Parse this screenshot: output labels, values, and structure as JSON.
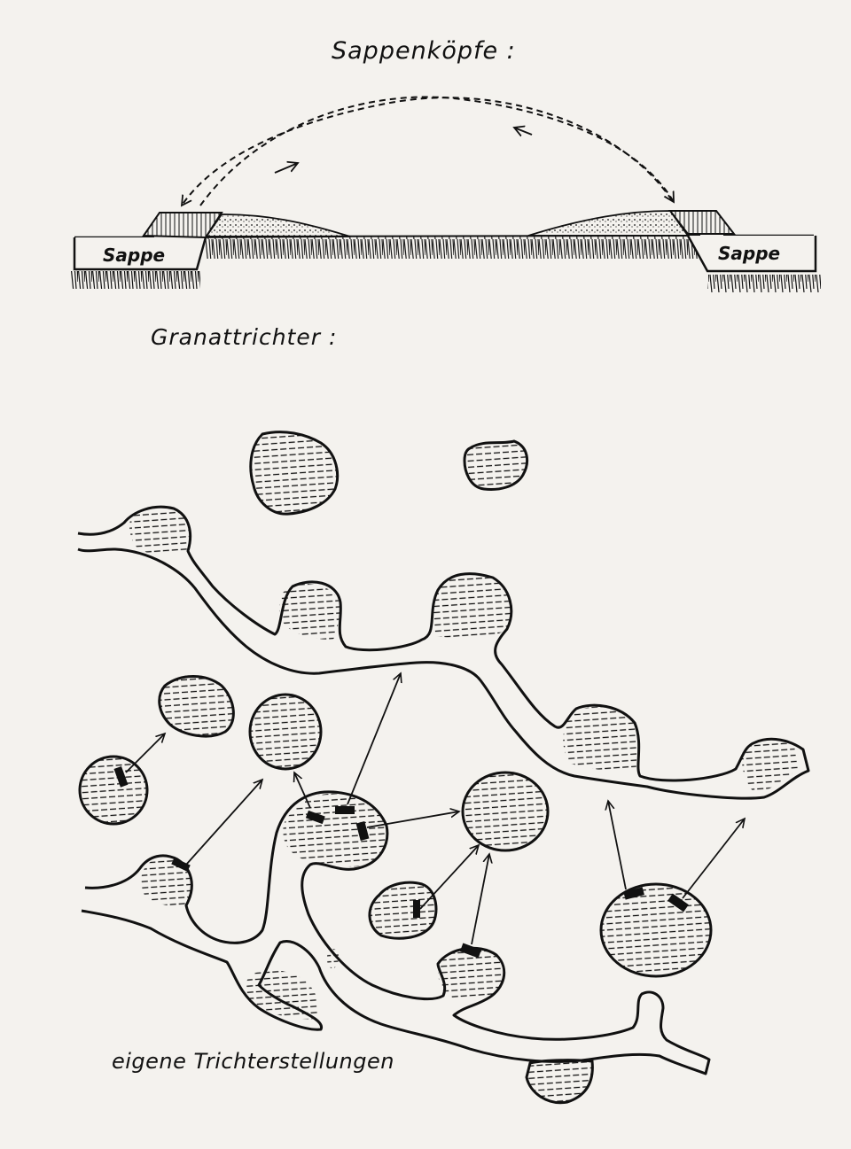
{
  "diagram": {
    "sappenkoepfe_title": "Sappenköpfe :",
    "sappe_left_label": "Sappe",
    "sappe_right_label": "Sappe",
    "granattrichter_title": "Granattrichter :",
    "caption": "eigene Trichterstellungen"
  },
  "colors": {
    "ink": "#111111",
    "paper": "#f4f2ee"
  }
}
